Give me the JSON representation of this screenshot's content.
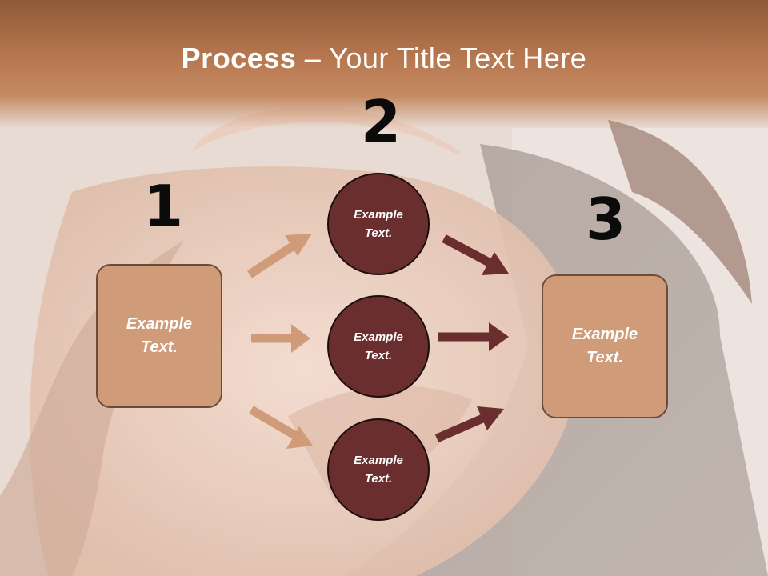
{
  "slide": {
    "title_bold": "Process",
    "title_rest": " – Your Title Text Here"
  },
  "steps": {
    "one": "1",
    "two": "2",
    "three": "3"
  },
  "boxes": {
    "left_text": "Example Text.",
    "right_text": "Example Text."
  },
  "circles": [
    {
      "text": "Example Text."
    },
    {
      "text": "Example Text."
    },
    {
      "text": "Example Text."
    }
  ],
  "colors": {
    "header": "#b7774f",
    "box_fill": "#cf9b78",
    "circle_fill": "#6b2e2e",
    "arrow_light": "#cf9b78",
    "arrow_dark": "#6b2e2e"
  }
}
